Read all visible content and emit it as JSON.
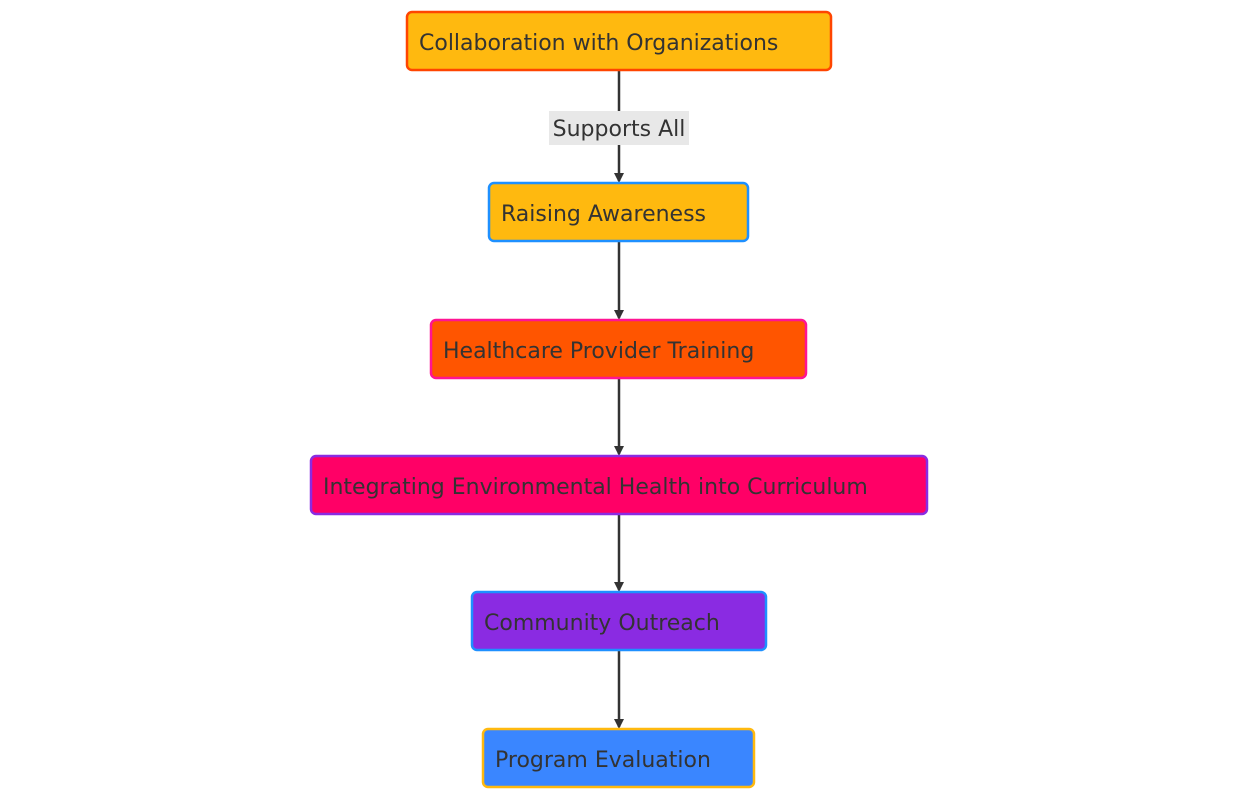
{
  "nodes": {
    "collaboration": {
      "label": "Collaboration with Organizations",
      "fill": "#FFB90F",
      "stroke": "#FF4500"
    },
    "awareness": {
      "label": "Raising Awareness",
      "fill": "#FFB90F",
      "stroke": "#1E90FF"
    },
    "training": {
      "label": "Healthcare Provider Training",
      "fill": "#FF5500",
      "stroke": "#FF1493"
    },
    "curriculum": {
      "label": "Integrating Environmental Health into Curriculum",
      "fill": "#FF0066",
      "stroke": "#8A2BE2"
    },
    "outreach": {
      "label": "Community Outreach",
      "fill": "#8A2BE2",
      "stroke": "#1E90FF"
    },
    "evaluation": {
      "label": "Program Evaluation",
      "fill": "#3A86FF",
      "stroke": "#FFB90F"
    }
  },
  "edges": [
    {
      "from": "collaboration",
      "to": "awareness",
      "label": "Supports All"
    },
    {
      "from": "awareness",
      "to": "training",
      "label": ""
    },
    {
      "from": "training",
      "to": "curriculum",
      "label": ""
    },
    {
      "from": "curriculum",
      "to": "outreach",
      "label": ""
    },
    {
      "from": "outreach",
      "to": "evaluation",
      "label": ""
    }
  ]
}
